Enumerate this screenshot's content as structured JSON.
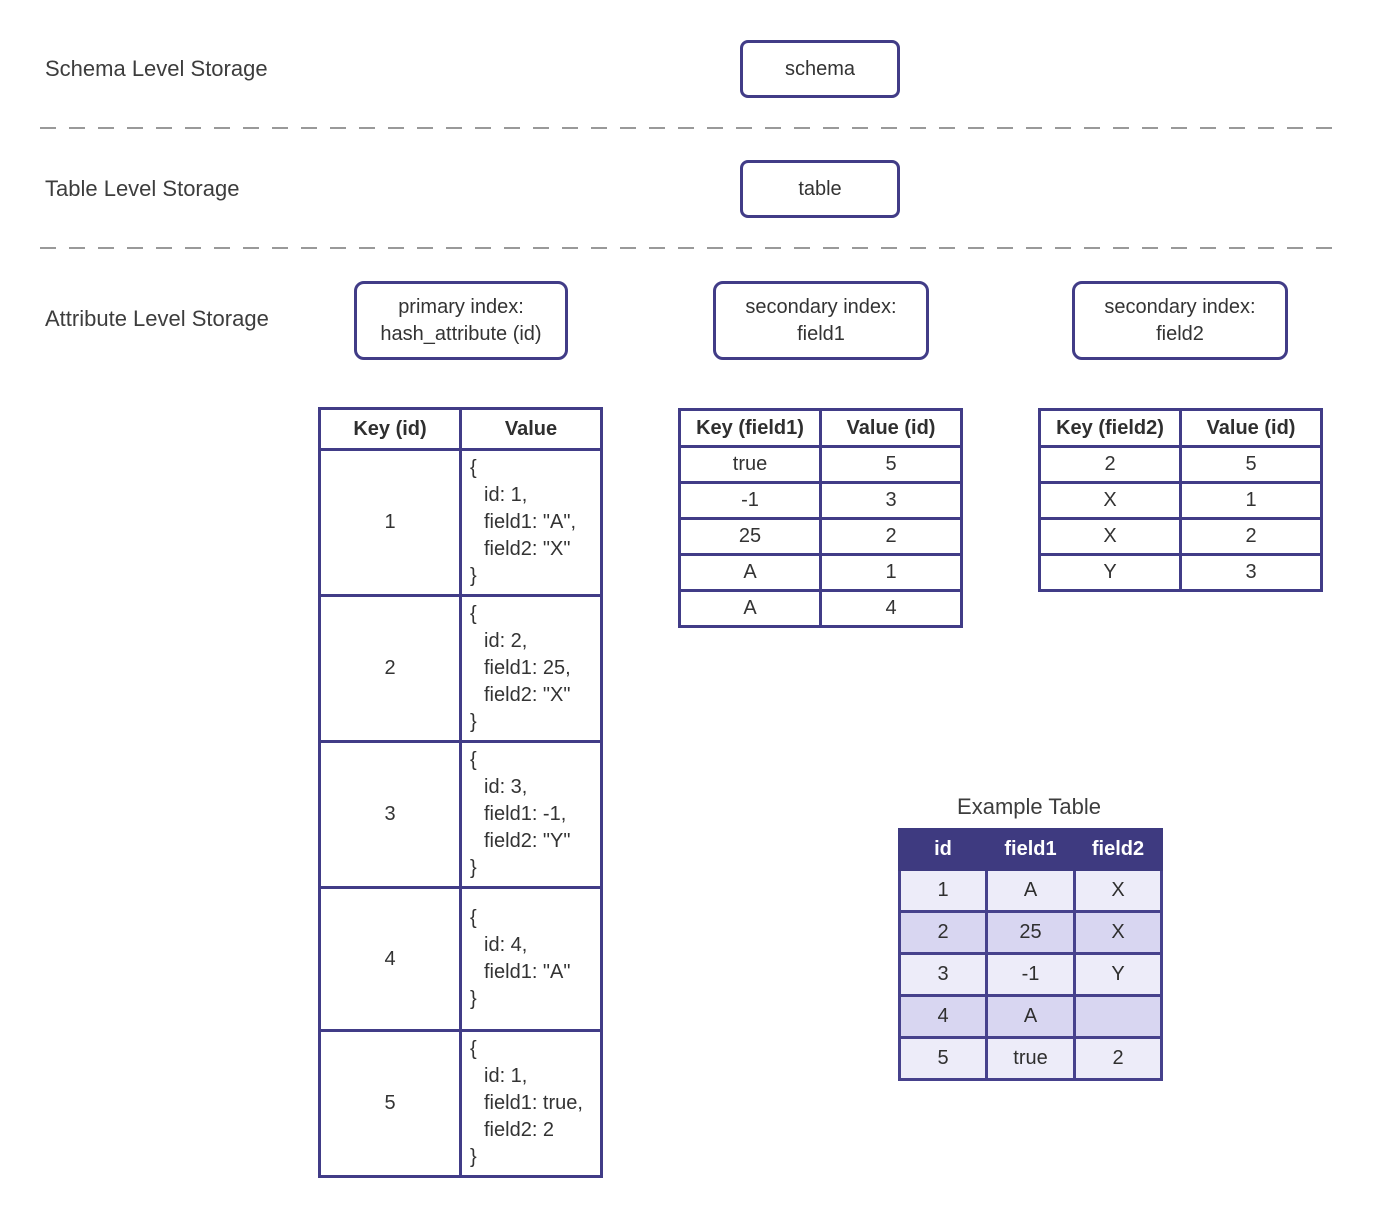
{
  "levels": {
    "schema": {
      "label": "Schema Level Storage",
      "node": "schema"
    },
    "table": {
      "label": "Table Level Storage",
      "node": "table"
    },
    "attribute": {
      "label": "Attribute Level Storage"
    }
  },
  "index_boxes": {
    "primary": {
      "line1": "primary index:",
      "line2": "hash_attribute (id)"
    },
    "secondary1": {
      "line1": "secondary index:",
      "line2": "field1"
    },
    "secondary2": {
      "line1": "secondary index:",
      "line2": "field2"
    }
  },
  "primary_table": {
    "headers": [
      "Key (id)",
      "Value"
    ],
    "rows": [
      {
        "key": "1",
        "open": "{",
        "lines": [
          "id: 1,",
          "field1: \"A\",",
          "field2: \"X\""
        ],
        "close": "}"
      },
      {
        "key": "2",
        "open": "{",
        "lines": [
          "id: 2,",
          "field1: 25,",
          "field2: \"X\""
        ],
        "close": "}"
      },
      {
        "key": "3",
        "open": "{",
        "lines": [
          "id: 3,",
          "field1: -1,",
          "field2: \"Y\""
        ],
        "close": "}"
      },
      {
        "key": "4",
        "open": "{",
        "lines": [
          "id: 4,",
          "field1: \"A\""
        ],
        "close": "}"
      },
      {
        "key": "5",
        "open": "{",
        "lines": [
          "id: 1,",
          "field1: true,",
          "field2: 2"
        ],
        "close": "}"
      }
    ]
  },
  "field1_table": {
    "headers": [
      "Key (field1)",
      "Value (id)"
    ],
    "rows": [
      [
        "true",
        "5"
      ],
      [
        "-1",
        "3"
      ],
      [
        "25",
        "2"
      ],
      [
        "A",
        "1"
      ],
      [
        "A",
        "4"
      ]
    ]
  },
  "field2_table": {
    "headers": [
      "Key (field2)",
      "Value (id)"
    ],
    "rows": [
      [
        "2",
        "5"
      ],
      [
        "X",
        "1"
      ],
      [
        "X",
        "2"
      ],
      [
        "Y",
        "3"
      ]
    ]
  },
  "example_table": {
    "title": "Example Table",
    "headers": [
      "id",
      "field1",
      "field2"
    ],
    "rows": [
      [
        "1",
        "A",
        "X"
      ],
      [
        "2",
        "25",
        "X"
      ],
      [
        "3",
        "-1",
        "Y"
      ],
      [
        "4",
        "A",
        ""
      ],
      [
        "5",
        "true",
        "2"
      ]
    ]
  },
  "colors": {
    "border_indigo": "#413c87",
    "header_bg": "#3e3a80",
    "row_light": "#edecf9",
    "row_dark": "#d8d6f1",
    "dash_gray": "#999999",
    "text": "#333333"
  }
}
